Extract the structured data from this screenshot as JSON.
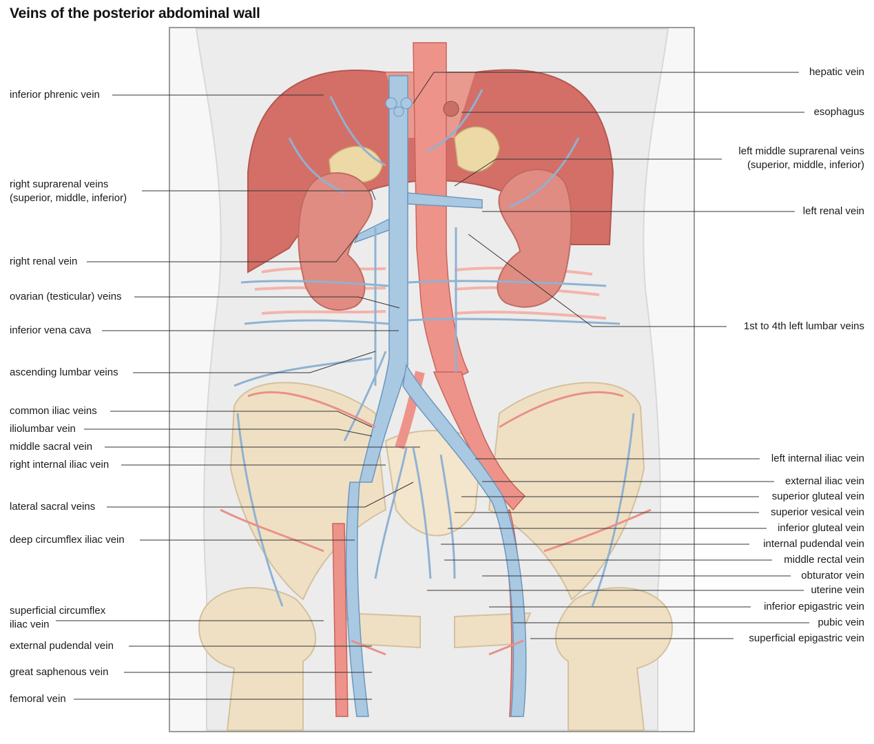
{
  "title": "Veins of the posterior abdominal wall",
  "colors": {
    "vein": "#9dbfdc",
    "vein_dark": "#6d96bc",
    "artery": "#e88880",
    "artery_dark": "#c9625c",
    "organ": "#d97b72",
    "bone": "#efe0c4",
    "body": "#ececec"
  },
  "labels_left": [
    {
      "id": "inferior-phrenic-vein",
      "text": "inferior phrenic vein"
    },
    {
      "id": "right-suprarenal-veins",
      "text": "right suprarenal veins",
      "text2": "(superior, middle, inferior)"
    },
    {
      "id": "right-renal-vein",
      "text": "right renal vein"
    },
    {
      "id": "ovarian-veins",
      "text": "ovarian (testicular) veins"
    },
    {
      "id": "inferior-vena-cava",
      "text": "inferior vena cava"
    },
    {
      "id": "ascending-lumbar-veins",
      "text": "ascending lumbar veins"
    },
    {
      "id": "common-iliac-veins",
      "text": "common iliac veins"
    },
    {
      "id": "iliolumbar-vein",
      "text": "iliolumbar vein"
    },
    {
      "id": "middle-sacral-vein",
      "text": "middle sacral vein"
    },
    {
      "id": "right-internal-iliac-vein",
      "text": "right internal iliac vein"
    },
    {
      "id": "lateral-sacral-veins",
      "text": "lateral sacral veins"
    },
    {
      "id": "deep-circumflex-iliac-vein",
      "text": "deep circumflex iliac vein"
    },
    {
      "id": "superficial-circumflex-iliac-vein",
      "text": "superficial circumflex",
      "text2": "iliac vein"
    },
    {
      "id": "external-pudendal-vein",
      "text": "external pudendal vein"
    },
    {
      "id": "great-saphenous-vein",
      "text": "great saphenous vein"
    },
    {
      "id": "femoral-vein",
      "text": "femoral vein"
    }
  ],
  "labels_right": [
    {
      "id": "hepatic-vein",
      "text": "hepatic vein"
    },
    {
      "id": "esophagus",
      "text": "esophagus"
    },
    {
      "id": "left-middle-suprarenal-veins",
      "text": "left middle suprarenal veins",
      "text2": "(superior, middle, inferior)"
    },
    {
      "id": "left-renal-vein",
      "text": "left renal vein"
    },
    {
      "id": "left-lumbar-veins",
      "text": "1st to 4th left lumbar veins"
    },
    {
      "id": "left-internal-iliac-vein",
      "text": "left internal iliac vein"
    },
    {
      "id": "external-iliac-vein",
      "text": "external iliac vein"
    },
    {
      "id": "superior-gluteal-vein",
      "text": "superior gluteal vein"
    },
    {
      "id": "superior-vesical-vein",
      "text": "superior vesical vein"
    },
    {
      "id": "inferior-gluteal-vein",
      "text": "inferior gluteal vein"
    },
    {
      "id": "internal-pudendal-vein",
      "text": "internal pudendal vein"
    },
    {
      "id": "middle-rectal-vein",
      "text": "middle rectal vein"
    },
    {
      "id": "obturator-vein",
      "text": "obturator vein"
    },
    {
      "id": "uterine-vein",
      "text": "uterine vein"
    },
    {
      "id": "inferior-epigastric-vein",
      "text": "inferior epigastric vein"
    },
    {
      "id": "pubic-vein",
      "text": "pubic vein"
    },
    {
      "id": "superficial-epigastric-vein",
      "text": "superficial epigastric vein"
    }
  ]
}
